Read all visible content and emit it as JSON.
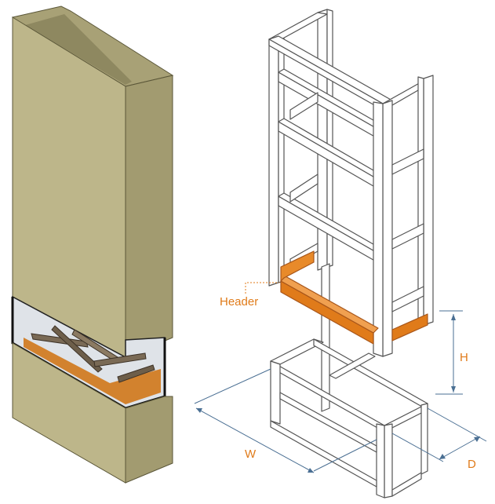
{
  "labels": {
    "header": "Header",
    "height": "H",
    "width": "W",
    "depth": "D"
  },
  "colors": {
    "accent": "#e07b1a",
    "enclosure": "#bdb68a",
    "enclosure_dark": "#9c9566",
    "firebox_glass": "#dfe3e8",
    "logs": "#7a6a55",
    "ember_bed": "#d2822e",
    "frame_stroke": "#555555",
    "dimension_line": "#4a6f93"
  },
  "icons": {
    "finished_fireplace": "finished-fireplace-illustration",
    "framing": "framing-structure-illustration"
  }
}
